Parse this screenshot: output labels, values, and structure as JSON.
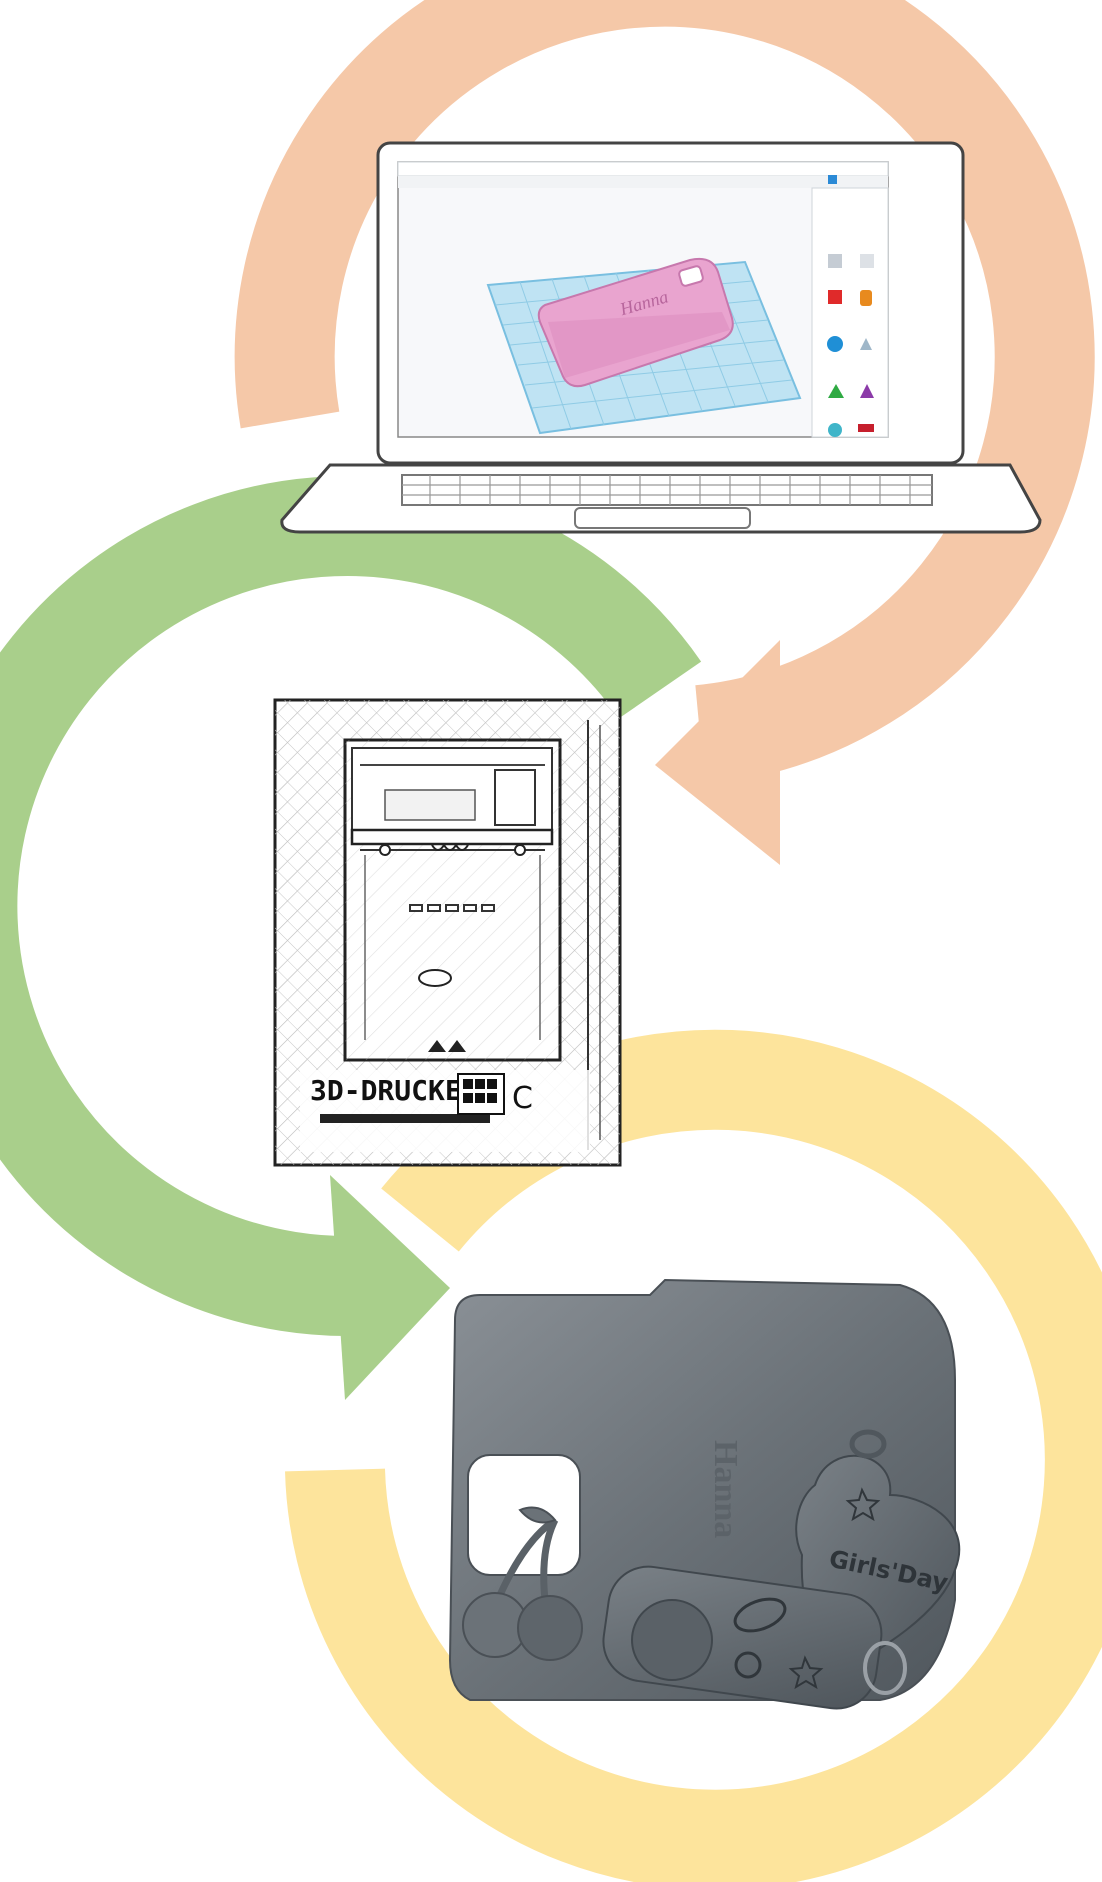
{
  "colors": {
    "arrow_design": "#f5c8a8",
    "arrow_print": "#a9cf8b",
    "arrow_result": "#fde49c",
    "phone_case_pink": "#e9a4cf",
    "build_plate": "#a8d8ee",
    "printed_gray": "#6b7278"
  },
  "stages": [
    {
      "icon": "laptop-cad-icon"
    },
    {
      "icon": "3d-printer-icon"
    },
    {
      "icon": "printed-objects-photo"
    }
  ],
  "printer": {
    "label": "3D-DRUCKER"
  },
  "objects": {
    "heart_tag_text": "Girls'Day"
  }
}
